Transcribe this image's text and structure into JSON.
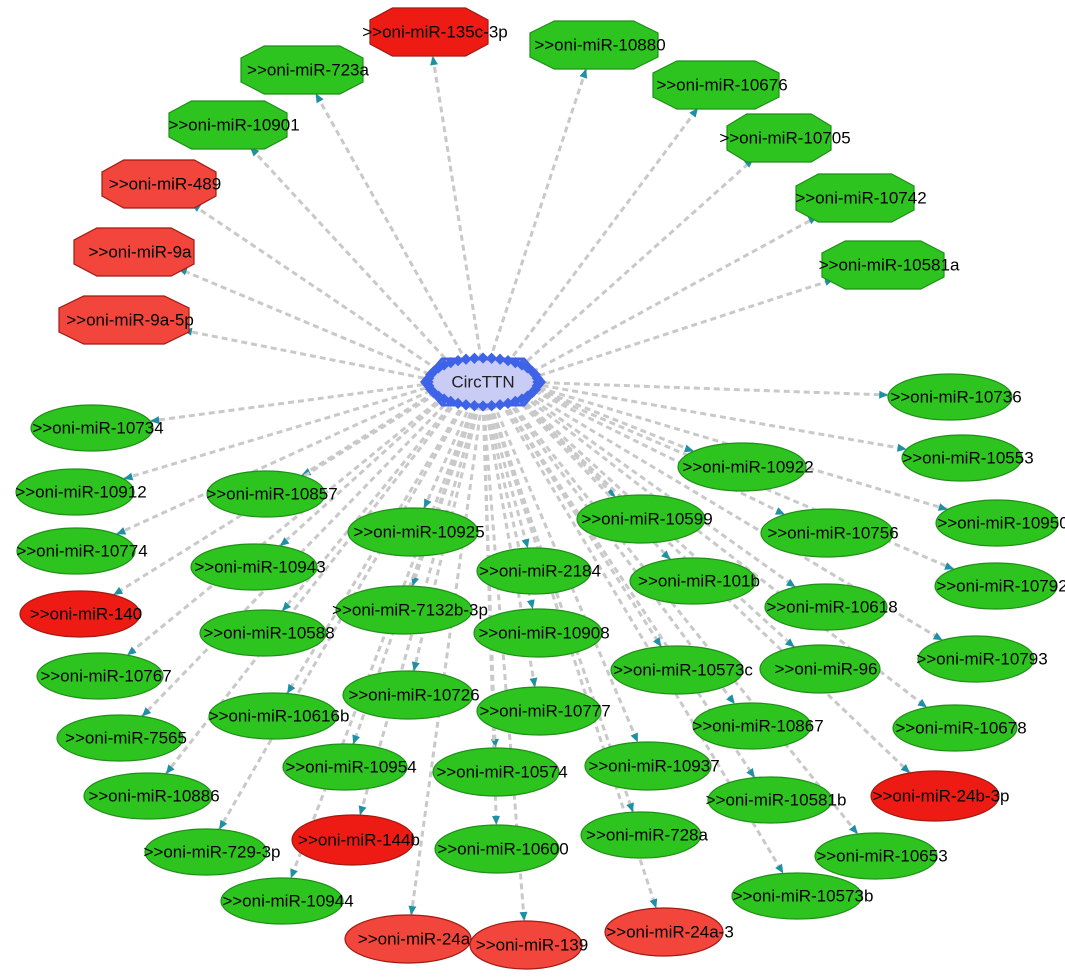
{
  "colors": {
    "up": "#2dc41f",
    "up_stroke": "#1f8f18",
    "down_bright": "#ee1b14",
    "down_soft": "#f2463d",
    "down_stroke": "#a01a12",
    "hub_fill": "#c9cdf6",
    "hub_stroke": "#3f63e6",
    "edge": "#c9c9c9",
    "arrow_tip": "#1f8fa3"
  },
  "hub": {
    "label": "CircTTN",
    "shape": "hexagon"
  },
  "mirnas": [
    {
      "label": ">>oni-miR-135c-3p",
      "color": "down_bright",
      "shape": "octagon"
    },
    {
      "label": ">>oni-miR-10880",
      "color": "up",
      "shape": "octagon"
    },
    {
      "label": ">>oni-miR-723a",
      "color": "up",
      "shape": "octagon"
    },
    {
      "label": ">>oni-miR-10676",
      "color": "up",
      "shape": "octagon"
    },
    {
      "label": ">>oni-miR-10901",
      "color": "up",
      "shape": "octagon"
    },
    {
      "label": ">>oni-miR-10705",
      "color": "up",
      "shape": "octagon"
    },
    {
      "label": ">>oni-miR-489",
      "color": "down_soft",
      "shape": "octagon"
    },
    {
      "label": ">>oni-miR-10742",
      "color": "up",
      "shape": "octagon"
    },
    {
      "label": ">>oni-miR-9a",
      "color": "down_soft",
      "shape": "octagon"
    },
    {
      "label": ">>oni-miR-10581a",
      "color": "up",
      "shape": "octagon"
    },
    {
      "label": ">>oni-miR-9a-5p",
      "color": "down_soft",
      "shape": "octagon"
    },
    {
      "label": ">>oni-miR-10736",
      "color": "up",
      "shape": "ellipse"
    },
    {
      "label": ">>oni-miR-10734",
      "color": "up",
      "shape": "ellipse"
    },
    {
      "label": ">>oni-miR-10553",
      "color": "up",
      "shape": "ellipse"
    },
    {
      "label": ">>oni-miR-10922",
      "color": "up",
      "shape": "ellipse"
    },
    {
      "label": ">>oni-miR-10912",
      "color": "up",
      "shape": "ellipse"
    },
    {
      "label": ">>oni-miR-10857",
      "color": "up",
      "shape": "ellipse"
    },
    {
      "label": ">>oni-miR-10599",
      "color": "up",
      "shape": "ellipse"
    },
    {
      "label": ">>oni-miR-10950",
      "color": "up",
      "shape": "ellipse"
    },
    {
      "label": ">>oni-miR-10925",
      "color": "up",
      "shape": "ellipse"
    },
    {
      "label": ">>oni-miR-10756",
      "color": "up",
      "shape": "ellipse"
    },
    {
      "label": ">>oni-miR-10774",
      "color": "up",
      "shape": "ellipse"
    },
    {
      "label": ">>oni-miR-2184",
      "color": "up",
      "shape": "ellipse"
    },
    {
      "label": ">>oni-miR-10943",
      "color": "up",
      "shape": "ellipse"
    },
    {
      "label": ">>oni-miR-10792",
      "color": "up",
      "shape": "ellipse"
    },
    {
      "label": ">>oni-miR-101b",
      "color": "up",
      "shape": "ellipse"
    },
    {
      "label": ">>oni-miR-140",
      "color": "down_bright",
      "shape": "ellipse"
    },
    {
      "label": ">>oni-miR-7132b-3p",
      "color": "up",
      "shape": "ellipse"
    },
    {
      "label": ">>oni-miR-10618",
      "color": "up",
      "shape": "ellipse"
    },
    {
      "label": ">>oni-miR-10908",
      "color": "up",
      "shape": "ellipse"
    },
    {
      "label": ">>oni-miR-10588",
      "color": "up",
      "shape": "ellipse"
    },
    {
      "label": ">>oni-miR-10793",
      "color": "up",
      "shape": "ellipse"
    },
    {
      "label": ">>oni-miR-10573c",
      "color": "up",
      "shape": "ellipse"
    },
    {
      "label": ">>oni-miR-10767",
      "color": "up",
      "shape": "ellipse"
    },
    {
      "label": ">>oni-miR-96",
      "color": "up",
      "shape": "ellipse"
    },
    {
      "label": ">>oni-miR-10726",
      "color": "up",
      "shape": "ellipse"
    },
    {
      "label": ">>oni-miR-10777",
      "color": "up",
      "shape": "ellipse"
    },
    {
      "label": ">>oni-miR-10616b",
      "color": "up",
      "shape": "ellipse"
    },
    {
      "label": ">>oni-miR-10678",
      "color": "up",
      "shape": "ellipse"
    },
    {
      "label": ">>oni-miR-7565",
      "color": "up",
      "shape": "ellipse"
    },
    {
      "label": ">>oni-miR-10867",
      "color": "up",
      "shape": "ellipse"
    },
    {
      "label": ">>oni-miR-10954",
      "color": "up",
      "shape": "ellipse"
    },
    {
      "label": ">>oni-miR-10574",
      "color": "up",
      "shape": "ellipse"
    },
    {
      "label": ">>oni-miR-10937",
      "color": "up",
      "shape": "ellipse"
    },
    {
      "label": ">>oni-miR-24b-3p",
      "color": "down_bright",
      "shape": "ellipse"
    },
    {
      "label": ">>oni-miR-10886",
      "color": "up",
      "shape": "ellipse"
    },
    {
      "label": ">>oni-miR-10581b",
      "color": "up",
      "shape": "ellipse"
    },
    {
      "label": ">>oni-miR-728a",
      "color": "up",
      "shape": "ellipse"
    },
    {
      "label": ">>oni-miR-144b",
      "color": "down_bright",
      "shape": "ellipse"
    },
    {
      "label": ">>oni-miR-10600",
      "color": "up",
      "shape": "ellipse"
    },
    {
      "label": ">>oni-miR-729-3p",
      "color": "up",
      "shape": "ellipse"
    },
    {
      "label": ">>oni-miR-10653",
      "color": "up",
      "shape": "ellipse"
    },
    {
      "label": ">>oni-miR-10944",
      "color": "up",
      "shape": "ellipse"
    },
    {
      "label": ">>oni-miR-10573b",
      "color": "up",
      "shape": "ellipse"
    },
    {
      "label": ">>oni-miR-24a",
      "color": "down_soft",
      "shape": "ellipse"
    },
    {
      "label": ">>oni-miR-139",
      "color": "down_soft",
      "shape": "ellipse"
    },
    {
      "label": ">>oni-miR-24a-3",
      "color": "down_soft",
      "shape": "ellipse"
    }
  ]
}
